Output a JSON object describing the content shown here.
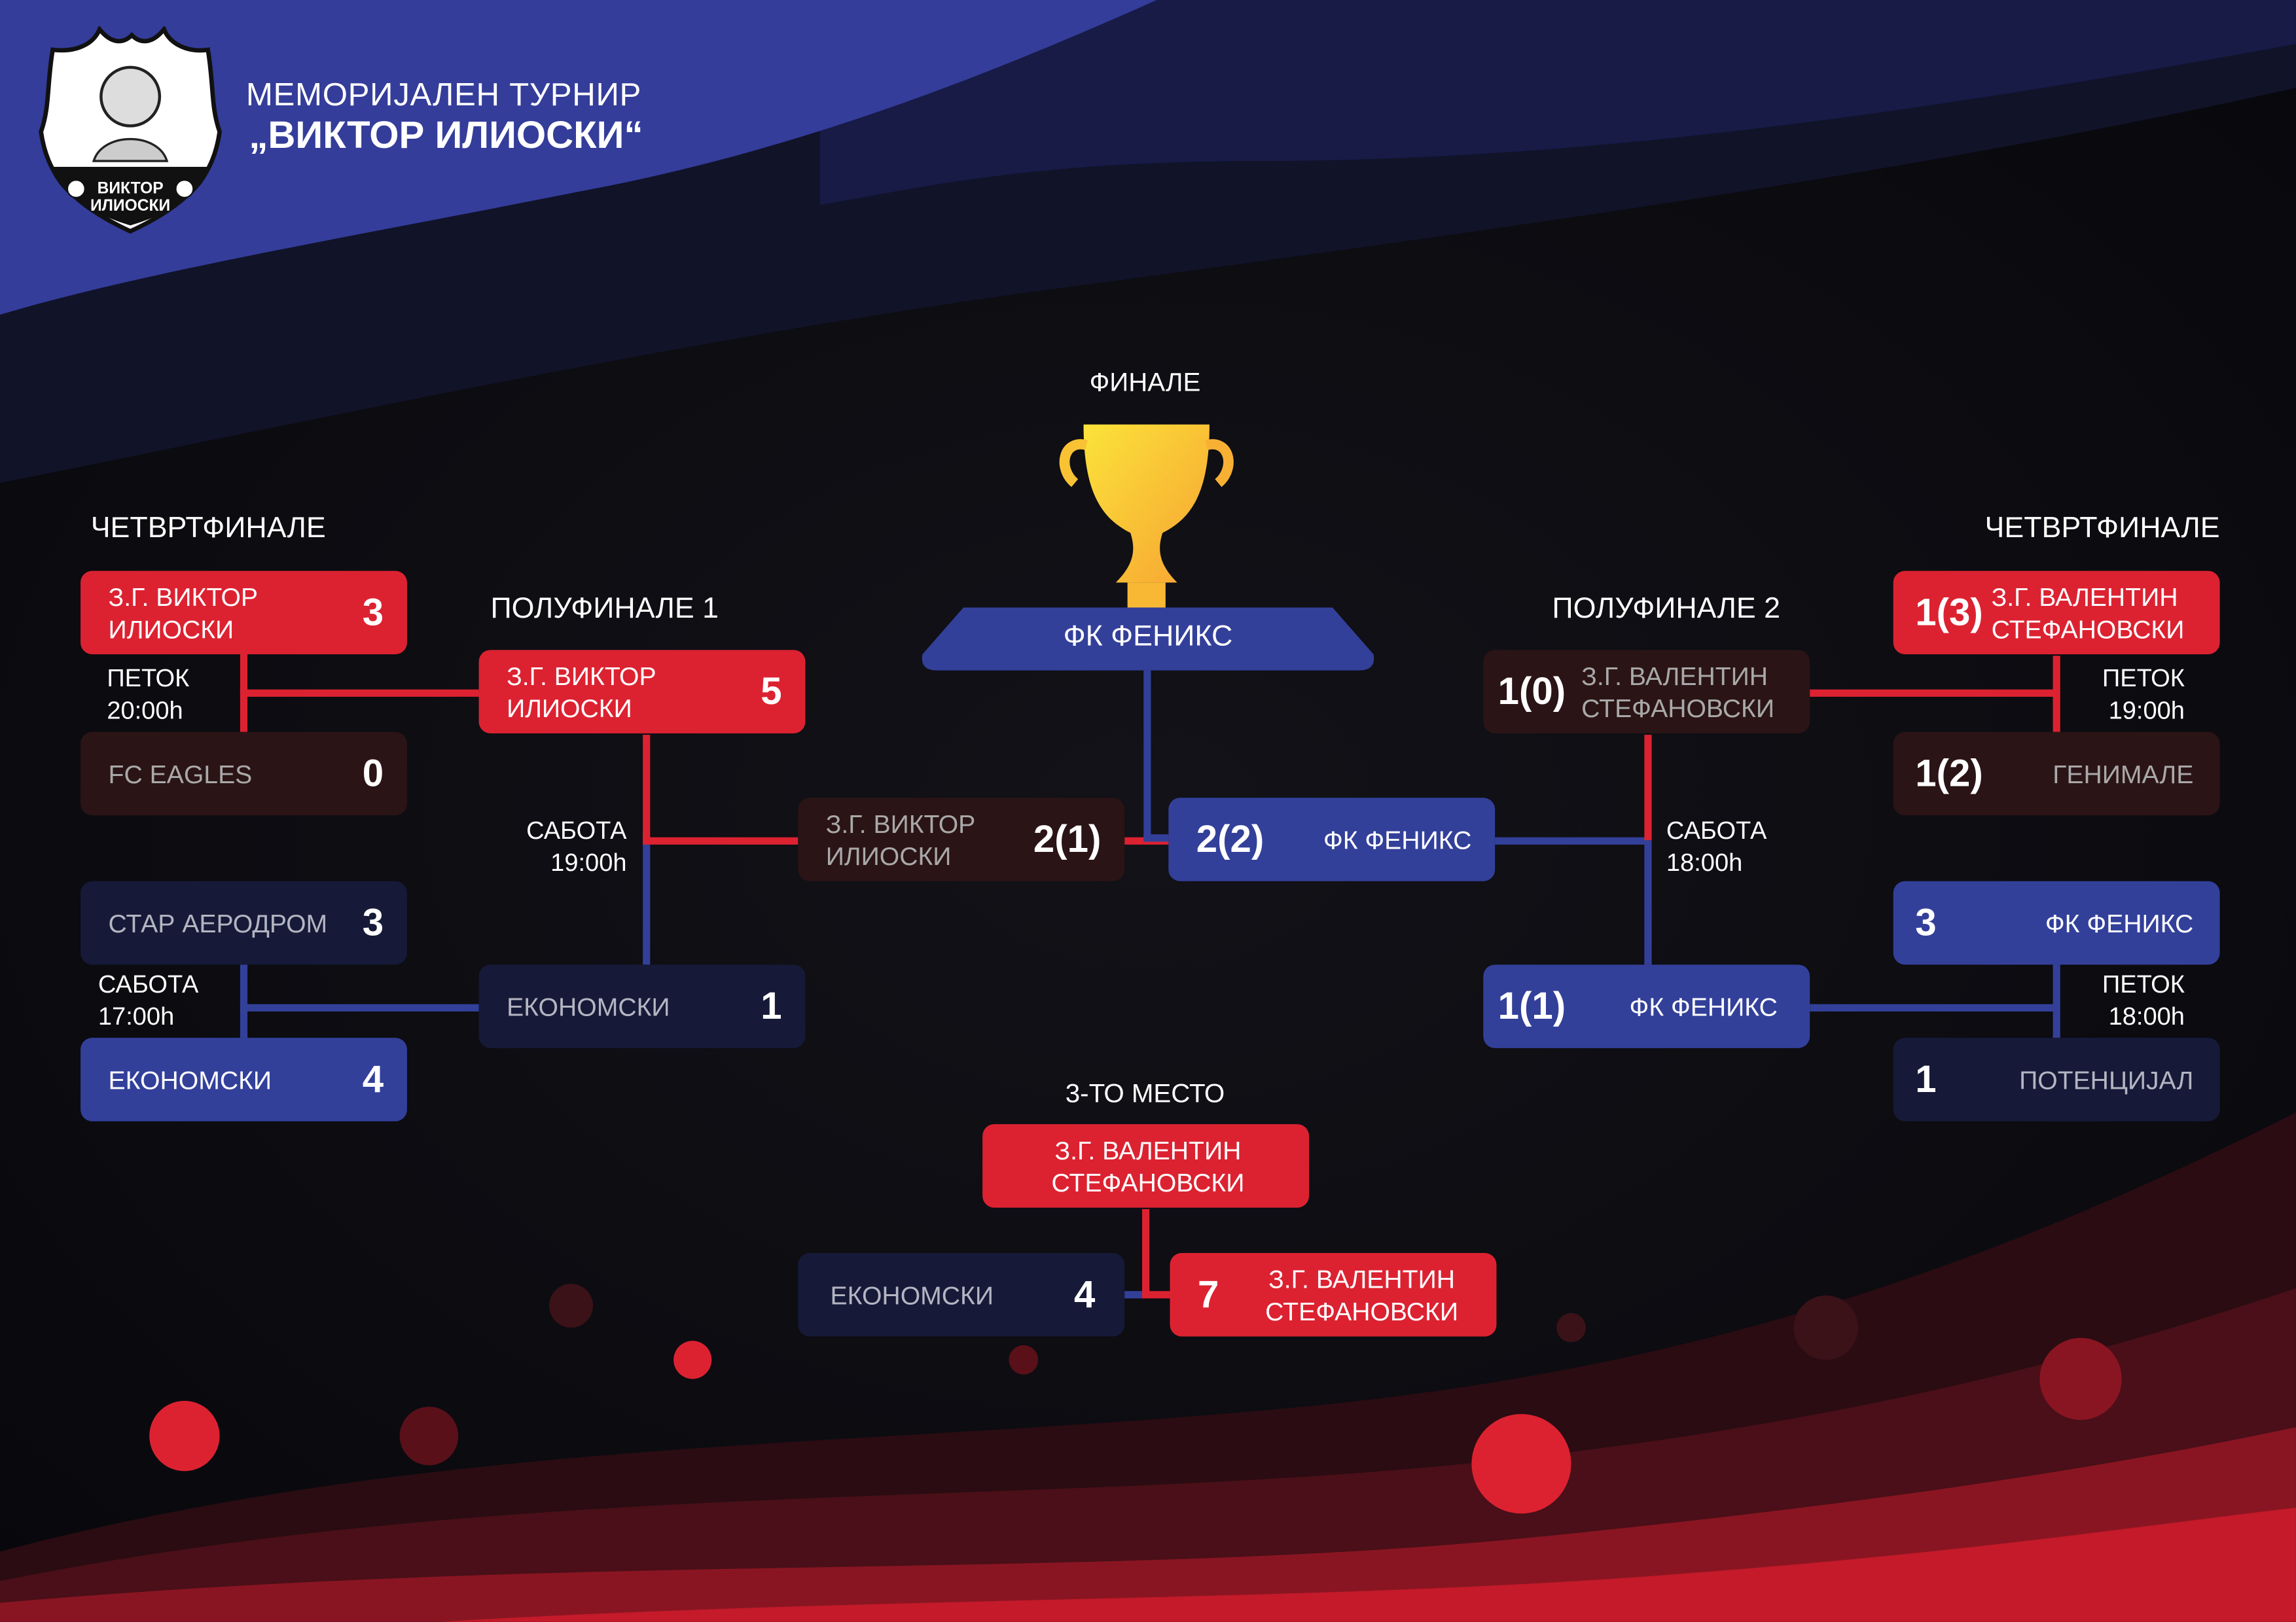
{
  "header": {
    "title_line1": "МЕМОРИЈАЛЕН ТУРНИР",
    "title_line2": "„ВИКТОР ИЛИОСКИ“",
    "logo_text": [
      "ВИКТОР",
      "ИЛИОСКИ"
    ]
  },
  "rounds": {
    "quarterfinal_left": "ЧЕТВРТФИНАЛЕ",
    "quarterfinal_right": "ЧЕТВРТФИНАЛЕ",
    "semifinal_1": "ПОЛУФИНАЛЕ 1",
    "semifinal_2": "ПОЛУФИНАЛЕ 2",
    "final": "ФИНАЛЕ",
    "third_place": "3-ТО МЕСТО"
  },
  "colors": {
    "red": "#dc2231",
    "blue": "#33409a",
    "maroon": "#2b1416",
    "navy": "#161a38",
    "background": "#0b0b10"
  },
  "champion": "ФК ФЕНИКС",
  "matches": {
    "qf1": {
      "schedule": [
        "ПЕТОК",
        "20:00h"
      ],
      "team1": {
        "name": "З.Г. ВИКТОР ИЛИОСКИ",
        "score": "3"
      },
      "team2": {
        "name": "FC EAGLES",
        "score": "0"
      }
    },
    "qf2": {
      "schedule": [
        "САБОТА",
        "17:00h"
      ],
      "team1": {
        "name": "СТАР АЕРОДРОМ",
        "score": "3"
      },
      "team2": {
        "name": "ЕКОНОМСКИ",
        "score": "4"
      }
    },
    "qf3": {
      "schedule": [
        "ПЕТОК",
        "19:00h"
      ],
      "team1": {
        "name": "З.Г. ВАЛЕНТИН СТЕФАНОВСКИ",
        "score": "1(3)"
      },
      "team2": {
        "name": "ГЕНИМАЛЕ",
        "score": "1(2)"
      }
    },
    "qf4": {
      "schedule": [
        "ПЕТОК",
        "18:00h"
      ],
      "team1": {
        "name": "ФК ФЕНИКС",
        "score": "3"
      },
      "team2": {
        "name": "ПОТЕНЦИЈАЛ",
        "score": "1"
      }
    },
    "sf1": {
      "schedule": [
        "САБОТА",
        "19:00h"
      ],
      "team1": {
        "name": "З.Г. ВИКТОР ИЛИОСКИ",
        "score": "5"
      },
      "team2": {
        "name": "ЕКОНОМСКИ",
        "score": "1"
      }
    },
    "sf2": {
      "schedule": [
        "САБОТА",
        "18:00h"
      ],
      "team1": {
        "name": "З.Г. ВАЛЕНТИН СТЕФАНОВСКИ",
        "score": "1(0)"
      },
      "team2": {
        "name": "ФК ФЕНИКС",
        "score": "1(1)"
      }
    },
    "final": {
      "team1": {
        "name": "З.Г. ВИКТОР ИЛИОСКИ",
        "score": "2(1)"
      },
      "team2": {
        "name": "ФК ФЕНИКС",
        "score": "2(2)"
      }
    },
    "third": {
      "winner": "З.Г. ВАЛЕНТИН СТЕФАНОВСКИ",
      "team1": {
        "name": "ЕКОНОМСКИ",
        "score": "4"
      },
      "team2": {
        "name": "З.Г. ВАЛЕНТИН СТЕФАНОВСКИ",
        "score": "7"
      }
    }
  }
}
